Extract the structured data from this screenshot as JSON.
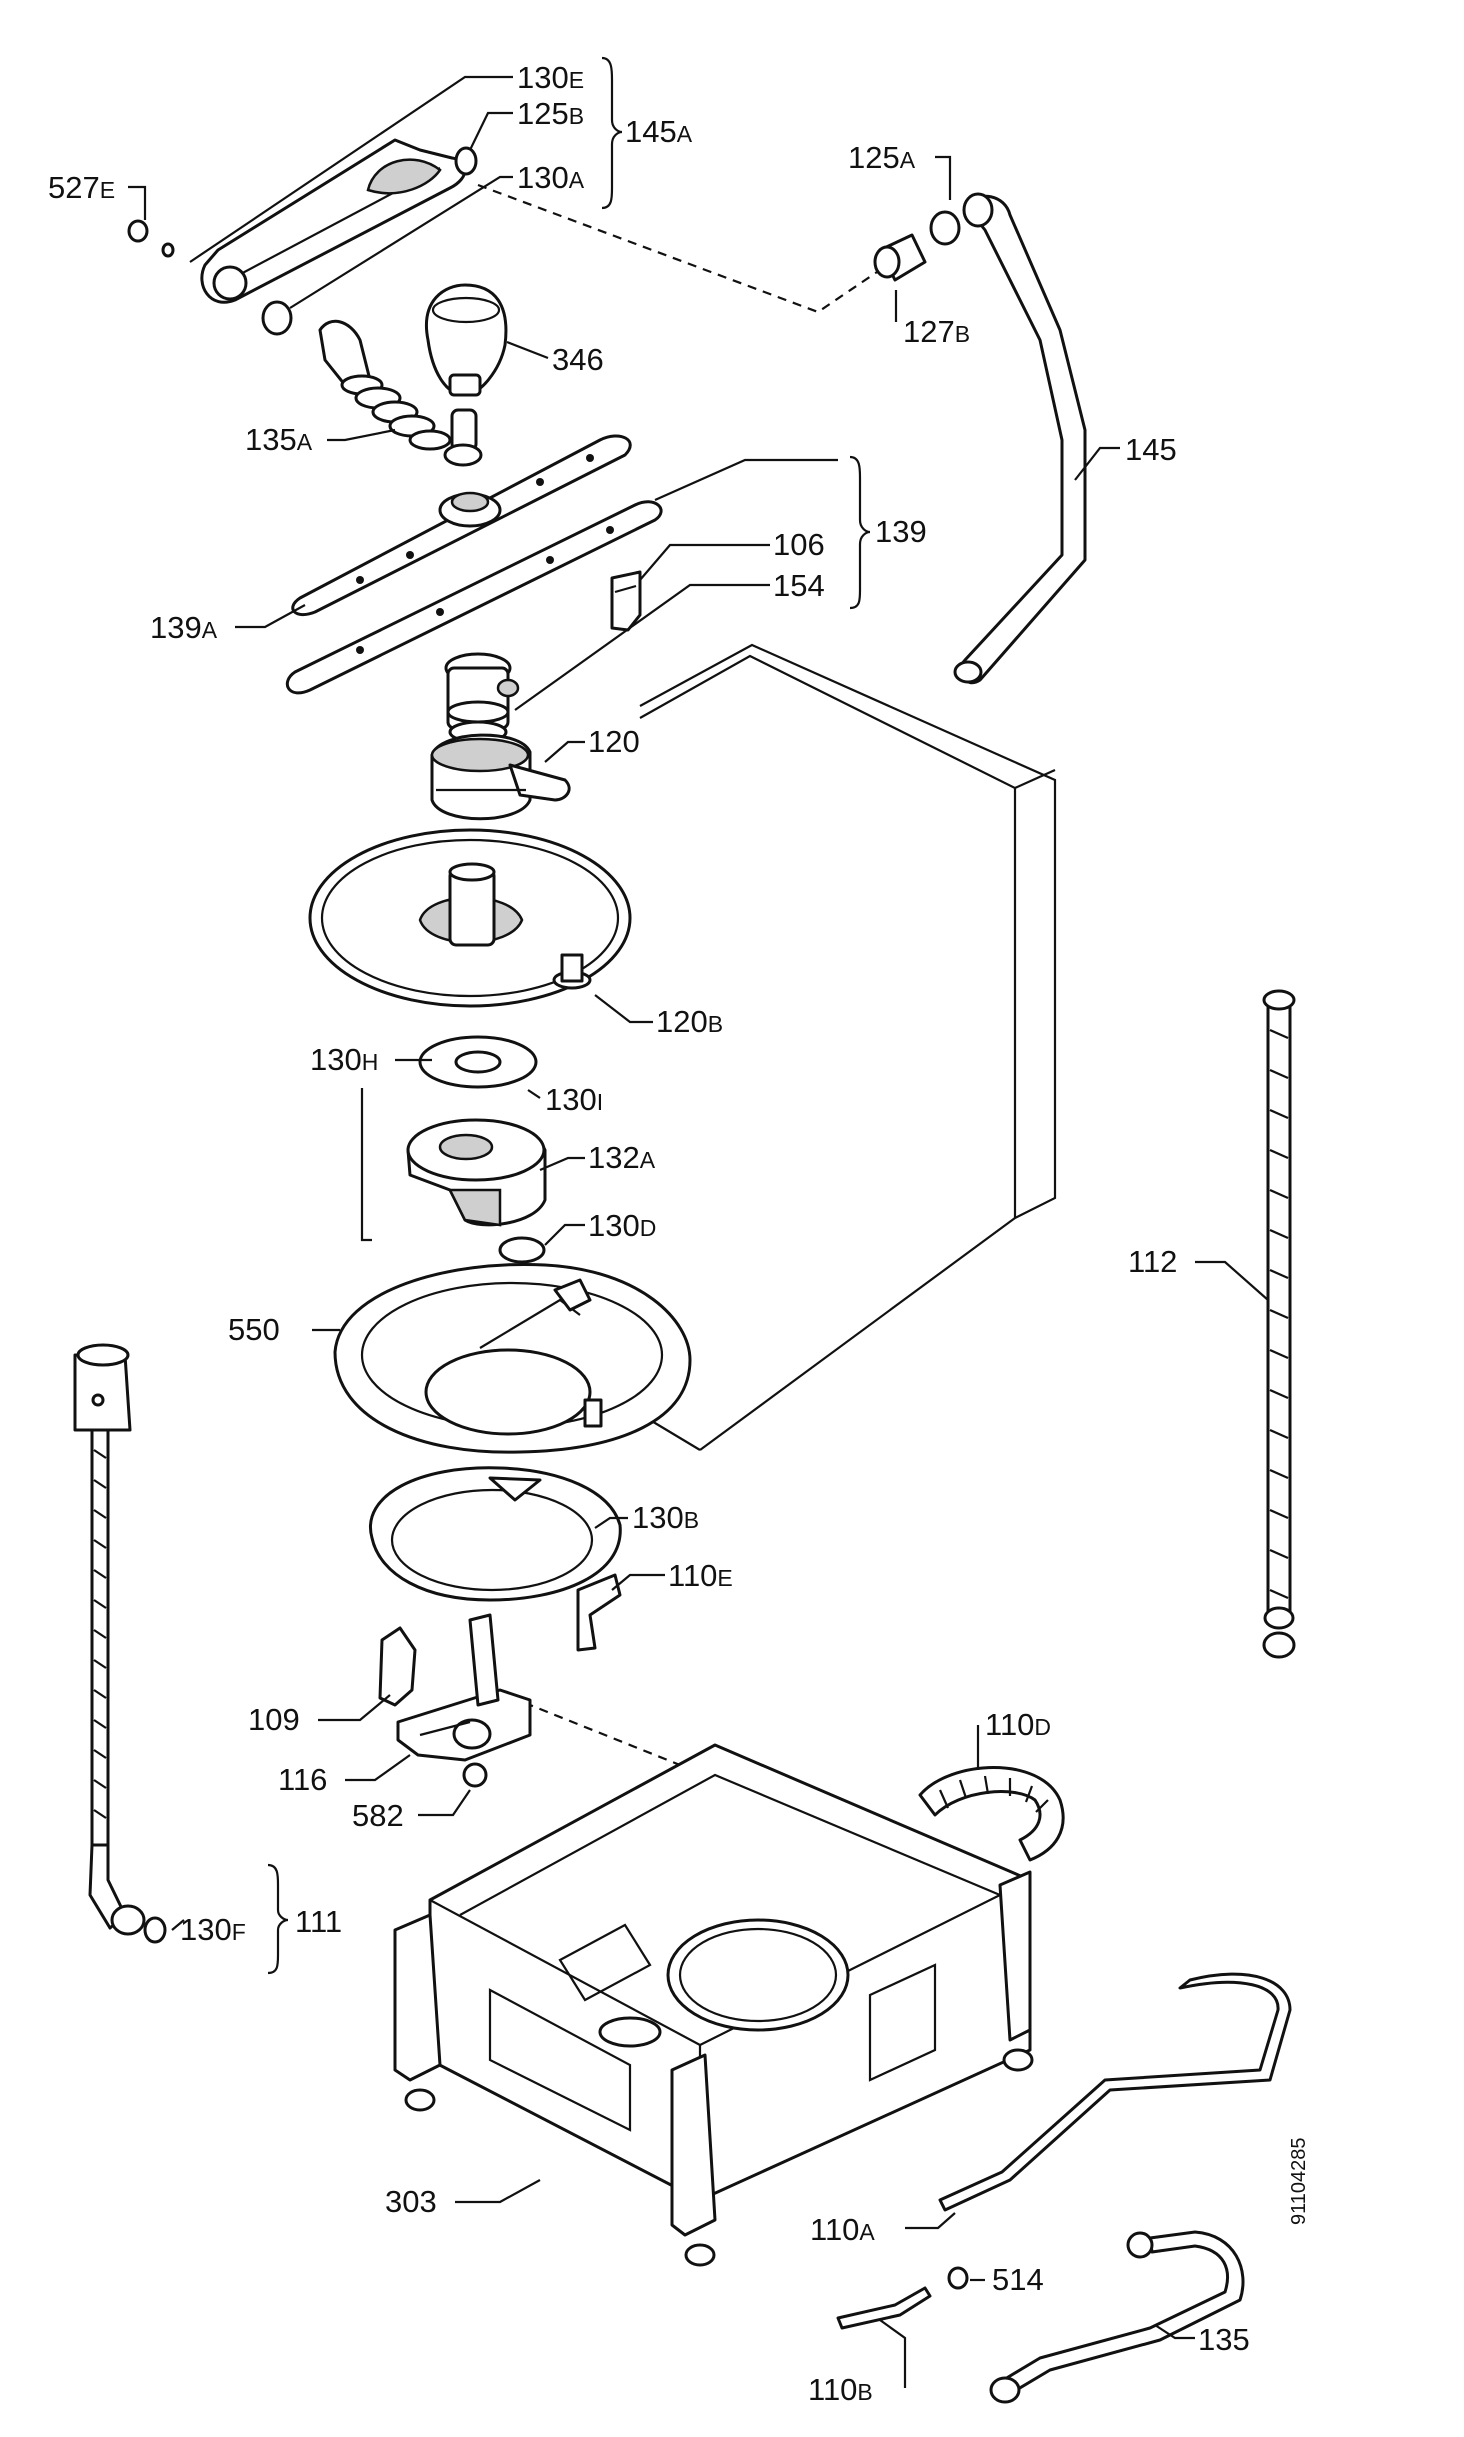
{
  "document_id": "91104285",
  "labels": [
    {
      "key": "l130E",
      "num": "130",
      "suf": "E"
    },
    {
      "key": "l125B",
      "num": "125",
      "suf": "B"
    },
    {
      "key": "l145A",
      "num": "145",
      "suf": "A"
    },
    {
      "key": "l130A",
      "num": "130",
      "suf": "A"
    },
    {
      "key": "l527E",
      "num": "527",
      "suf": "E"
    },
    {
      "key": "l125A",
      "num": "125",
      "suf": "A"
    },
    {
      "key": "l127B",
      "num": "127",
      "suf": "B"
    },
    {
      "key": "l346",
      "num": "346",
      "suf": ""
    },
    {
      "key": "l135A",
      "num": "135",
      "suf": "A"
    },
    {
      "key": "l145",
      "num": "145",
      "suf": ""
    },
    {
      "key": "l139",
      "num": "139",
      "suf": ""
    },
    {
      "key": "l106",
      "num": "106",
      "suf": ""
    },
    {
      "key": "l154",
      "num": "154",
      "suf": ""
    },
    {
      "key": "l139A",
      "num": "139",
      "suf": "A"
    },
    {
      "key": "l120",
      "num": "120",
      "suf": ""
    },
    {
      "key": "l120B",
      "num": "120",
      "suf": "B"
    },
    {
      "key": "l130H",
      "num": "130",
      "suf": "H"
    },
    {
      "key": "l130I",
      "num": "130",
      "suf": "I"
    },
    {
      "key": "l132A",
      "num": "132",
      "suf": "A"
    },
    {
      "key": "l130D",
      "num": "130",
      "suf": "D"
    },
    {
      "key": "l112",
      "num": "112",
      "suf": ""
    },
    {
      "key": "l550",
      "num": "550",
      "suf": ""
    },
    {
      "key": "l130B",
      "num": "130",
      "suf": "B"
    },
    {
      "key": "l110E",
      "num": "110",
      "suf": "E"
    },
    {
      "key": "l109",
      "num": "109",
      "suf": ""
    },
    {
      "key": "l116",
      "num": "116",
      "suf": ""
    },
    {
      "key": "l110D",
      "num": "110",
      "suf": "D"
    },
    {
      "key": "l582",
      "num": "582",
      "suf": ""
    },
    {
      "key": "l111",
      "num": "111",
      "suf": ""
    },
    {
      "key": "l130F",
      "num": "130",
      "suf": "F"
    },
    {
      "key": "l303",
      "num": "303",
      "suf": ""
    },
    {
      "key": "l110A",
      "num": "110",
      "suf": "A"
    },
    {
      "key": "l514",
      "num": "514",
      "suf": ""
    },
    {
      "key": "l110B",
      "num": "110",
      "suf": "B"
    },
    {
      "key": "l135",
      "num": "135",
      "suf": ""
    }
  ]
}
